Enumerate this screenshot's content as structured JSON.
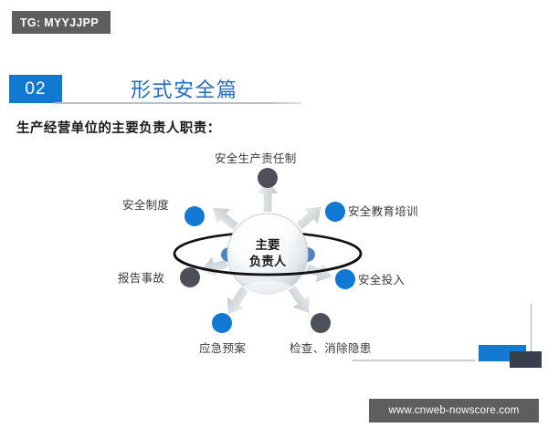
{
  "watermark": {
    "badge_text": "TG: MYYJJPP"
  },
  "header": {
    "section_number": "02",
    "title": "形式安全篇"
  },
  "subtitle": "生产经营单位的主要负责人职责：",
  "diagram": {
    "center_line1": "主要",
    "center_line2": "负责人",
    "nodes": [
      {
        "label": "安全生产责任制",
        "color": "#4d4f59",
        "angle": "top"
      },
      {
        "label": "安全教育培训",
        "color": "#1279d2",
        "angle": "upper-right"
      },
      {
        "label": "安全投入",
        "color": "#1279d2",
        "angle": "right"
      },
      {
        "label": "检查、消除隐患",
        "color": "#4d4f59",
        "angle": "lower-right"
      },
      {
        "label": "应急预案",
        "color": "#1279d2",
        "angle": "lower-left"
      },
      {
        "label": "报告事故",
        "color": "#4d4f59",
        "angle": "left"
      },
      {
        "label": "安全制度",
        "color": "#1279d2",
        "angle": "upper-left"
      }
    ]
  },
  "footer": {
    "url": "www.cnweb-nowscore.com"
  },
  "colors": {
    "accent_blue": "#1279d2",
    "title_blue": "#1f6ec0",
    "dark_gray": "#4d4f59",
    "badge_gray": "#5e5e5e"
  }
}
